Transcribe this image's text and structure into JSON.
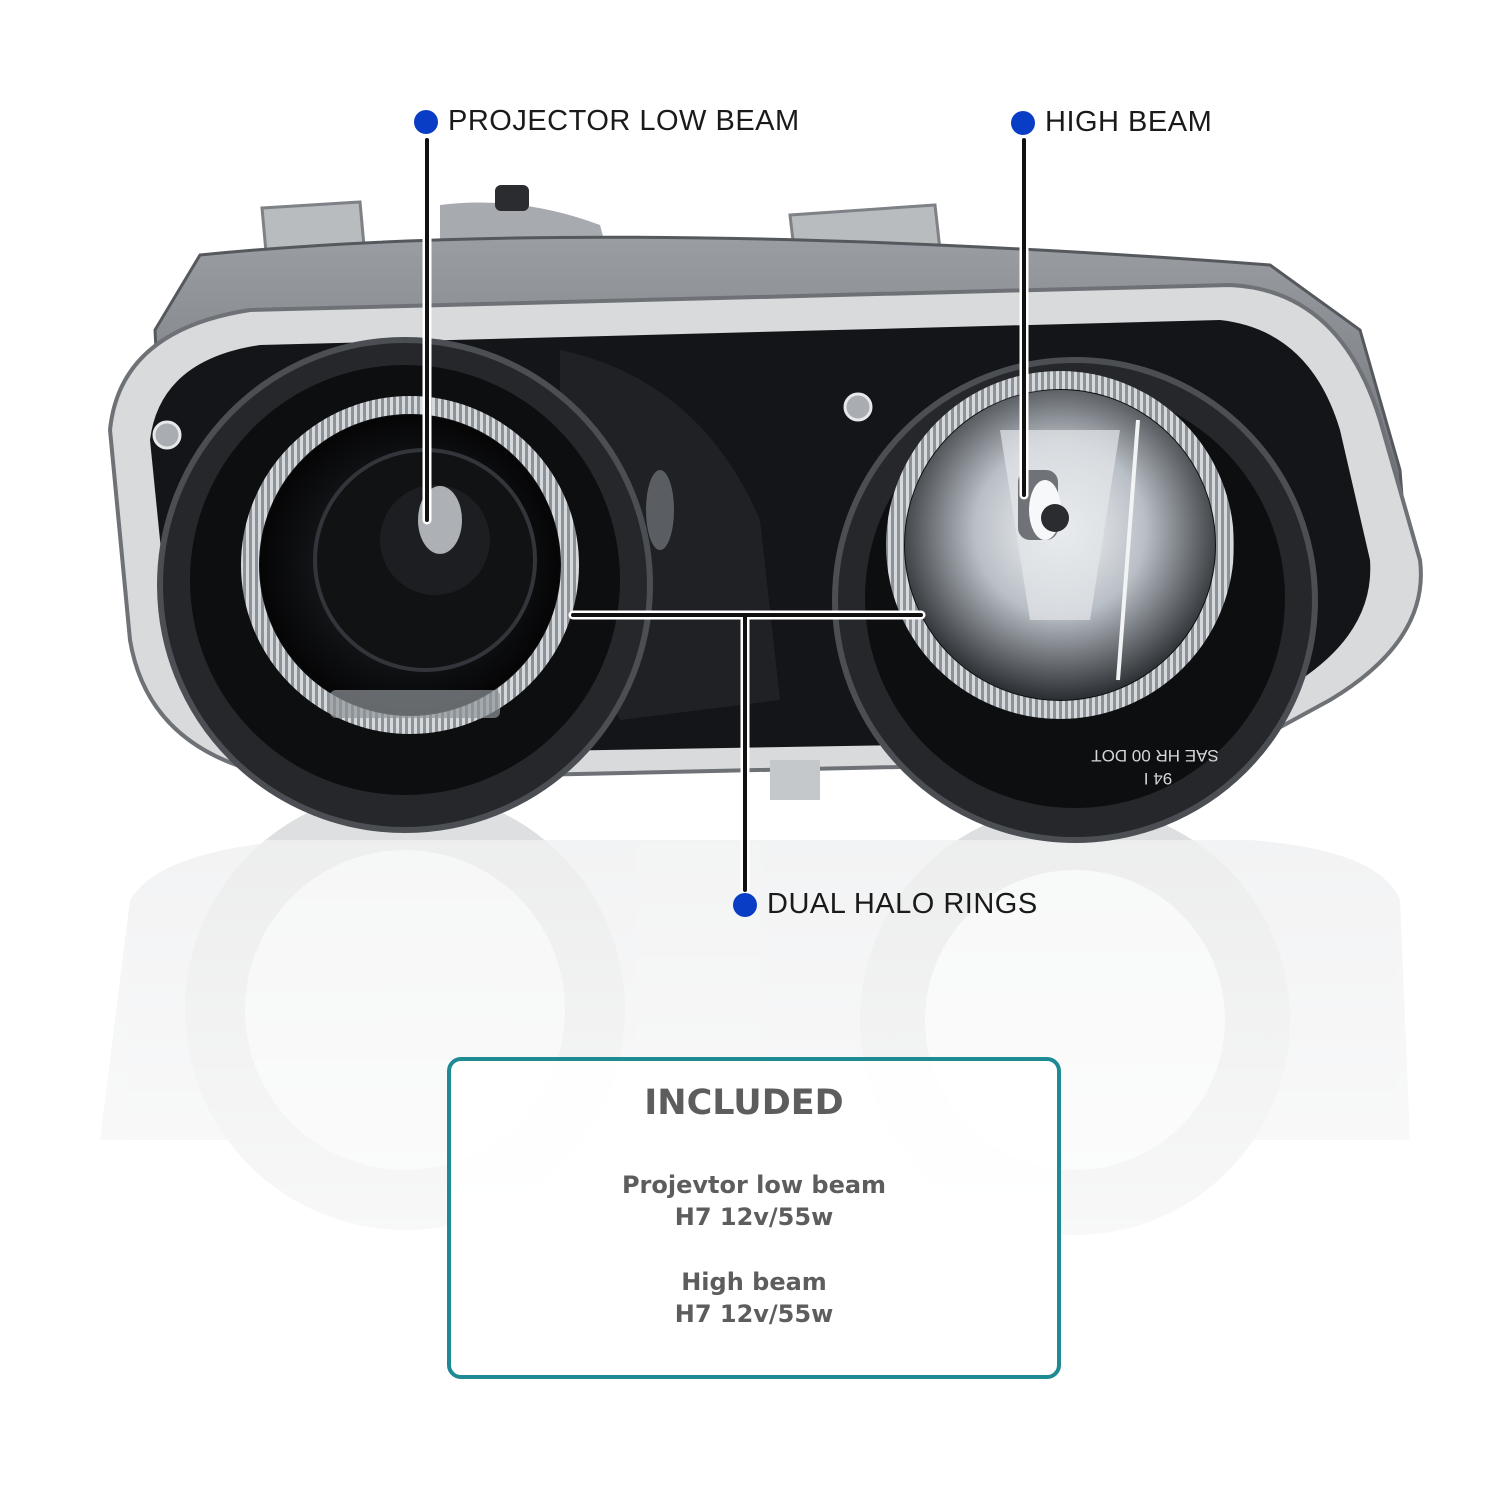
{
  "colors": {
    "marker": "#0a3dc5",
    "box_border": "#1e8a93",
    "box_text": "#5d5d5d",
    "callout_text": "#1a1a1a"
  },
  "callouts": {
    "projector_low_beam": "PROJECTOR LOW BEAM",
    "high_beam": "HIGH BEAM",
    "dual_halo_rings": "DUAL HALO RINGS"
  },
  "included": {
    "title": "INCLUDED",
    "items": [
      {
        "name": "Projevtor low beam",
        "spec": "H7 12v/55w"
      },
      {
        "name": "High beam",
        "spec": "H7 12v/55w"
      }
    ]
  },
  "lens_marking": {
    "line1": "SAE HR 00 DOT",
    "line2": "94 I"
  }
}
